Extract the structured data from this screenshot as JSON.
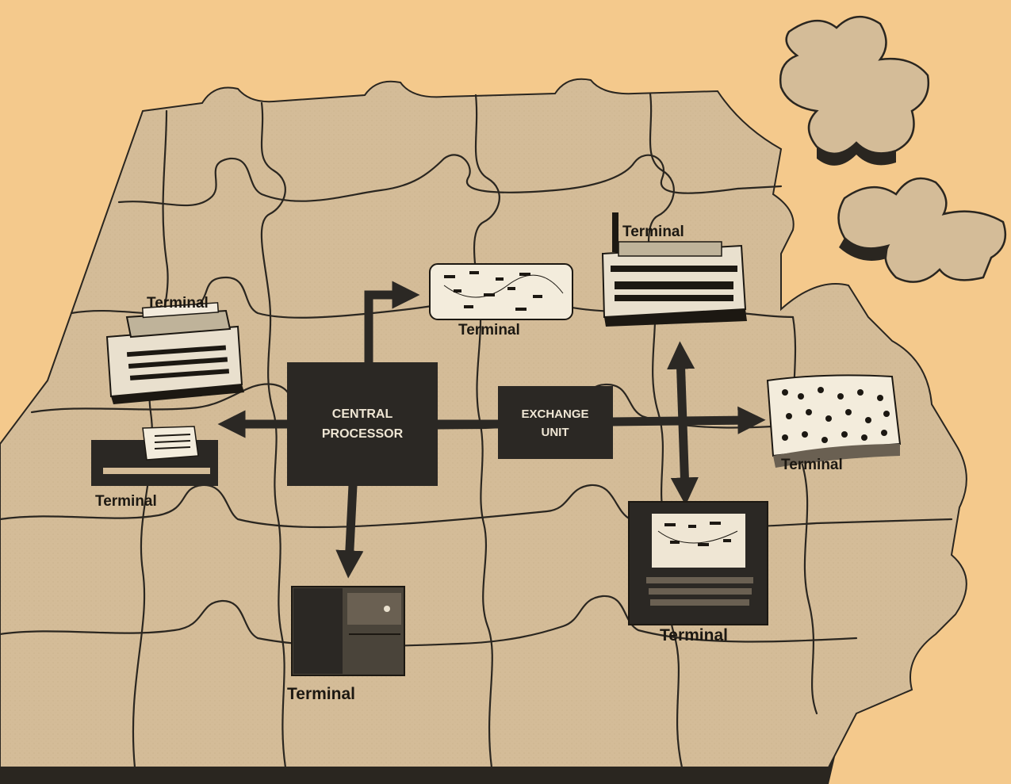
{
  "central_processor": {
    "line1": "CENTRAL",
    "line2": "PROCESSOR"
  },
  "exchange_unit": {
    "line1": "EXCHANGE",
    "line2": "UNIT"
  },
  "terminals": [
    {
      "id": "typewriter-left",
      "label": "Terminal"
    },
    {
      "id": "card-reader-top",
      "label": "Terminal"
    },
    {
      "id": "teleprinter-top-right",
      "label": "Terminal"
    },
    {
      "id": "printer-left",
      "label": "Terminal"
    },
    {
      "id": "tape-right",
      "label": "Terminal"
    },
    {
      "id": "disk-unit-bottom",
      "label": "Terminal"
    },
    {
      "id": "display-bottom-right",
      "label": "Terminal"
    }
  ],
  "colors": {
    "background": "#f4c98c",
    "board": "#d4bc98",
    "board_edge": "#2a2620",
    "box": "#2b2824",
    "ink": "#1c1812"
  }
}
